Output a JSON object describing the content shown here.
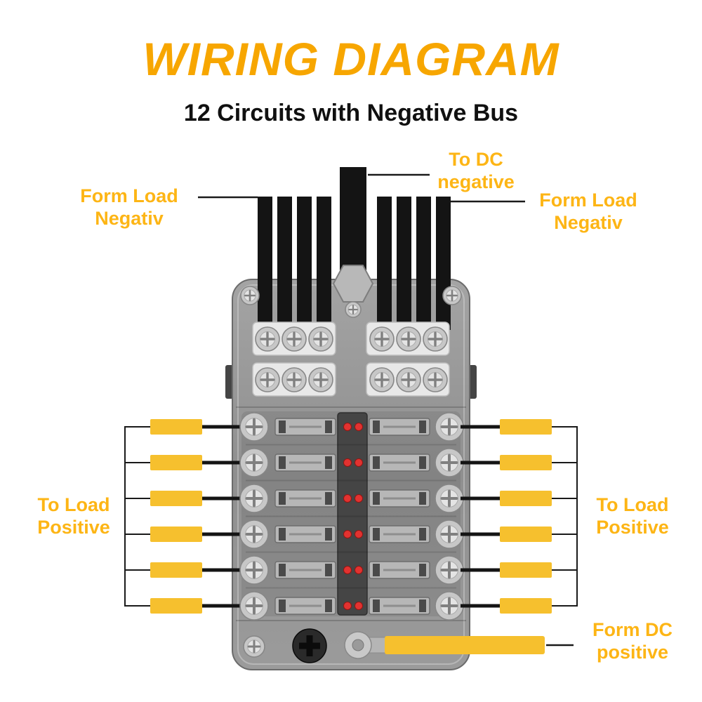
{
  "title": "WIRING DIAGRAM",
  "subtitle": "12 Circuits with Negative Bus",
  "labels": {
    "to_dc_negative": {
      "line1": "To DC",
      "line2": "negative"
    },
    "form_load_negativ_left": {
      "line1": "Form Load",
      "line2": "Negativ"
    },
    "form_load_negativ_right": {
      "line1": "Form Load",
      "line2": "Negativ"
    },
    "to_load_positive_left": {
      "line1": "To Load",
      "line2": "Positive"
    },
    "to_load_positive_right": {
      "line1": "To Load",
      "line2": "Positive"
    },
    "form_dc_positive": {
      "line1": "Form DC",
      "line2": "positive"
    }
  },
  "fuse_block": {
    "circuits": 12,
    "fuse_rows": 6,
    "fuses_per_row": 2,
    "leds_per_row": 2,
    "top_terminal_rows": 2,
    "top_terminal_screws_per_row": 6,
    "negative_load_wires": 8,
    "positive_wires_per_side": 6
  },
  "colors": {
    "title": "#f7a600",
    "label": "#fdb515",
    "positive_wire": "#f6c02e",
    "negative_wire": "#141414",
    "led": "#e23230",
    "connector_line": "#1a1a1a",
    "block_body": "#949494"
  }
}
